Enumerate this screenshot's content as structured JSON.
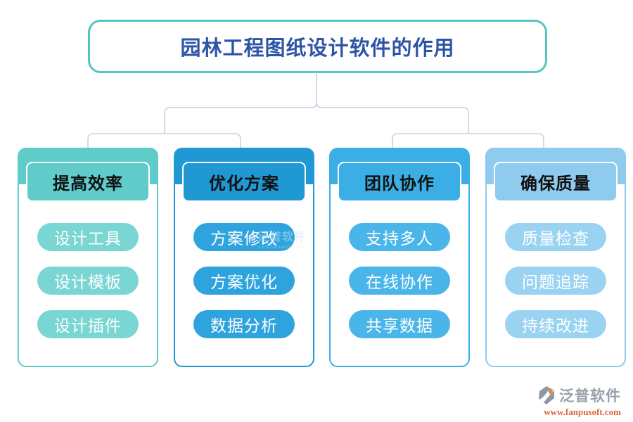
{
  "title": {
    "text": "园林工程图纸设计软件的作用"
  },
  "branches": [
    {
      "label": "提高效率",
      "color": "#5fccca",
      "pill_color": "#79d6d2",
      "items": [
        "设计工具",
        "设计模板",
        "设计插件"
      ]
    },
    {
      "label": "优化方案",
      "color": "#2098d4",
      "pill_color": "#2ea3dd",
      "items": [
        "方案修改",
        "方案优化",
        "数据分析"
      ]
    },
    {
      "label": "团队协作",
      "color": "#3bafe5",
      "pill_color": "#49b5e9",
      "items": [
        "支持多人",
        "在线协作",
        "共享数据"
      ]
    },
    {
      "label": "确保质量",
      "color": "#8fcbee",
      "pill_color": "#9ad3f2",
      "items": [
        "质量检查",
        "问题追踪",
        "持续改进"
      ]
    }
  ],
  "colors": {
    "title_border": "#54c6c2",
    "title_text": "#2d54a9",
    "connector": "#c9d1e2",
    "header_text": "#111111",
    "pill_text": "#ffffff",
    "footer_brand": "#98a0ac",
    "footer_url": "#e0643c",
    "watermark": "#cfe3f2"
  },
  "watermark": {
    "text": "泛普软件",
    "subtext": "www.fanpusoft.com"
  },
  "footer": {
    "brand": "泛普软件",
    "url": "www.fanpusoft.com",
    "logo": "fanpu-logo-icon"
  }
}
